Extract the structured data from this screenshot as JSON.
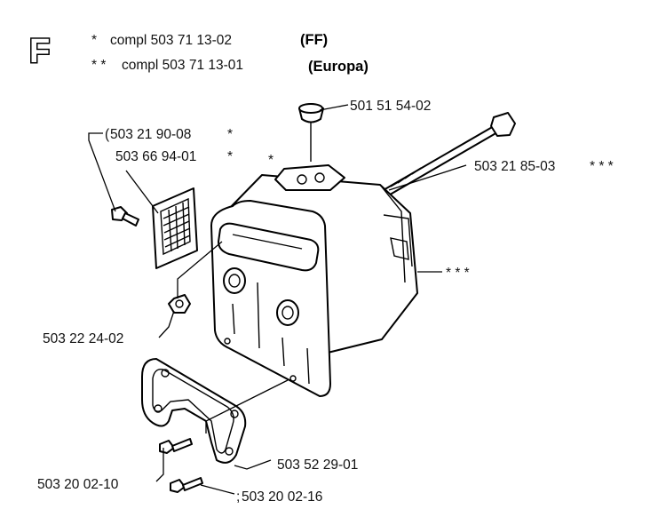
{
  "section_letter": "F",
  "legend": {
    "single_star_marker": "*",
    "single_star_text": "compl 503 71 13-02",
    "single_star_note": "(FF)",
    "double_star_marker": "* *",
    "double_star_text": "compl 503 71 13-01",
    "double_star_note": "(Europa)"
  },
  "parts": {
    "cap": {
      "number": "501 51 54-02"
    },
    "long_bolt": {
      "number": "503 21 85-03",
      "marker": "* * *"
    },
    "screen_1": {
      "number": "503 21 90-08",
      "marker": "*",
      "prefix": "("
    },
    "screen_2": {
      "number": "503 66 94-01",
      "marker": "*",
      "extra_marker": "*"
    },
    "muffler_body": {
      "marker": "* * *"
    },
    "nut": {
      "number": "503 22 24-02"
    },
    "gasket": {
      "number": "503 52 29-01"
    },
    "screw_1": {
      "number": "503 20 02-10"
    },
    "screw_2": {
      "number": "503 20 02-16",
      "prefix": ";"
    }
  }
}
